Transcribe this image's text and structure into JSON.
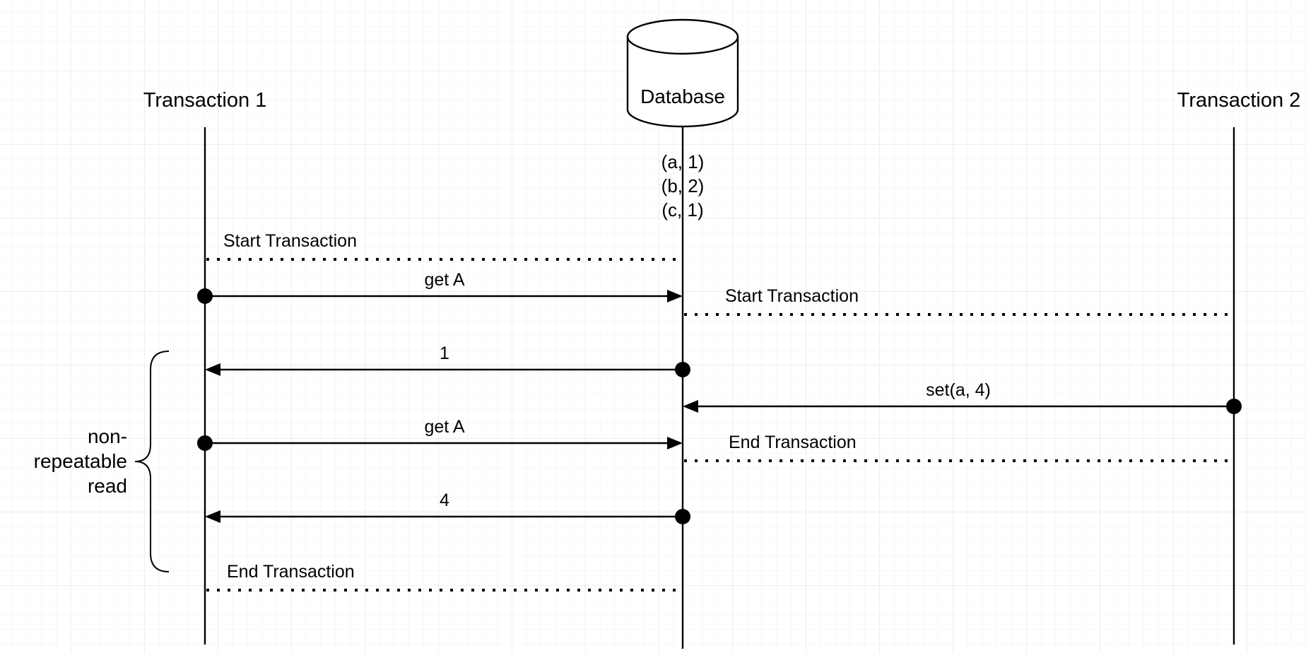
{
  "diagram": {
    "participants": {
      "transaction1": "Transaction 1",
      "database": "Database",
      "transaction2": "Transaction 2"
    },
    "database_rows": [
      "(a, 1)",
      "(b, 2)",
      "(c, 1)"
    ],
    "messages": {
      "t1_start": "Start Transaction",
      "t1_get_a_1": "get A",
      "t2_start": "Start Transaction",
      "db_reply_1": "1",
      "t2_set": "set(a, 4)",
      "t1_get_a_2": "get A",
      "t2_end": "End Transaction",
      "db_reply_2": "4",
      "t1_end": "End Transaction"
    },
    "annotation": {
      "line1": "non-",
      "line2": "repeatable",
      "line3": "read"
    }
  }
}
